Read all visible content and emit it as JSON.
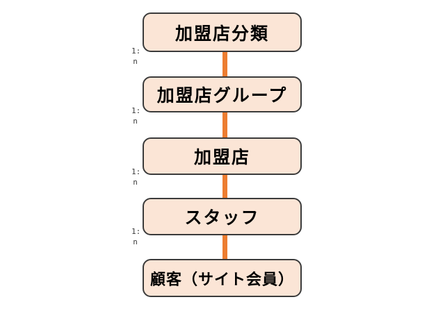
{
  "diagram": {
    "nodes": [
      {
        "label": "加盟店分類"
      },
      {
        "label": "加盟店グループ"
      },
      {
        "label": "加盟店"
      },
      {
        "label": "スタッフ"
      },
      {
        "label": "顧客（サイト会員）"
      }
    ],
    "edges": [
      {
        "label": "1:n"
      },
      {
        "label": "1:n"
      },
      {
        "label": "1:n"
      },
      {
        "label": "1:n"
      }
    ],
    "colors": {
      "node_fill": "#fbe5d6",
      "node_border": "#3b3b3b",
      "node_text": "#000000",
      "connector": "#ed7d31",
      "edge_label_text": "#3d3d3d"
    }
  }
}
